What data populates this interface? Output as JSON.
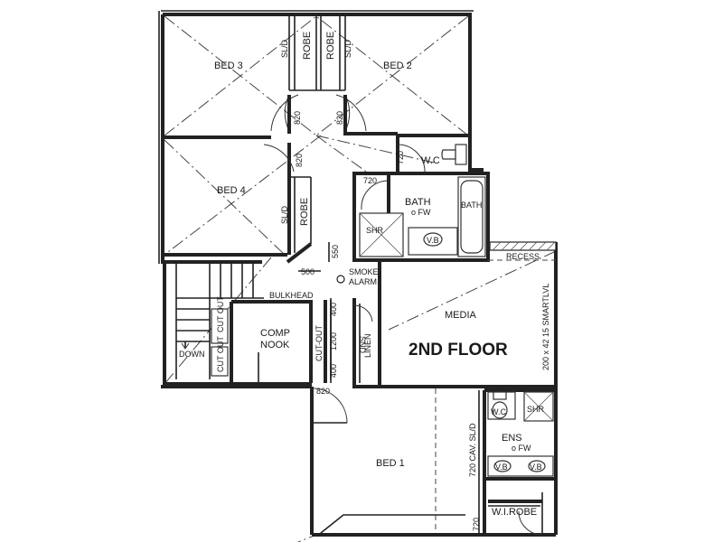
{
  "floor_title": "2ND FLOOR",
  "rooms": {
    "bed3": "BED 3",
    "bed2": "BED 2",
    "bed4": "BED 4",
    "bed1": "BED 1",
    "bath": "BATH",
    "bath_sub": "o FW",
    "wc_upper": "W.C",
    "media": "MEDIA",
    "comp_line1": "COMP",
    "comp_line2": "NOOK",
    "ens": "ENS",
    "ens_sub": "o FW",
    "wc_ens": "W.C",
    "wirobe": "W.I.ROBE"
  },
  "labels": {
    "robe_left": "ROBE",
    "robe_right": "ROBE",
    "robe_bed4": "ROBE",
    "sl_d_left": "SL/D",
    "sl_d_right": "SL/D",
    "sl_d_bed4": "SL/D",
    "smoke_line1": "SMOKE",
    "smoke_line2": "ALARM",
    "bulkhead": "BULKHEAD",
    "down": "DOWN",
    "cutout_left": "CUT OUT",
    "cutout_bottom": "CUT OUT",
    "cutout_vertical": "CUT-OUT",
    "linen": "LINEN",
    "snd": "SND",
    "shr_bath": "SHR",
    "vb_bath": "V.B",
    "bath_tub": "BATH",
    "recess": "RECESS",
    "smartlvl": "200 x 42 15 SMARTLVL",
    "shr_ens": "SHR",
    "vb_ens_1": "V.B",
    "vb_ens_2": "V.B",
    "cav_sl_d": "720 CAV. SL/D"
  },
  "dims": {
    "d820_a": "820",
    "d820_b": "820",
    "d820_c": "820",
    "d820_d": "820",
    "d720_wc": "720",
    "d720_bath": "720",
    "d720_wir": "720",
    "d550": "550",
    "d500": "500",
    "d400_top": "400",
    "d400_bot": "400",
    "d1200": "1200"
  }
}
